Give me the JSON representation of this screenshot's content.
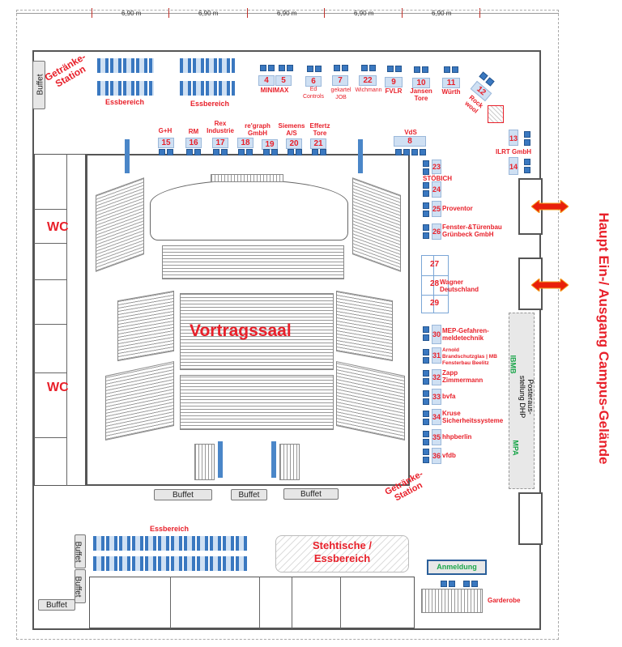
{
  "dimensions": [
    "6,90 m",
    "6,90 m",
    "6,90 m",
    "6,90 m",
    "6,90 m"
  ],
  "main_entrance": "Haupt Ein-/ Ausgang Campus-Gelände",
  "hall": "Vortragssaal",
  "areas": {
    "getraenke_top": "Getränke-\nStation",
    "getraenke_bottom": "Getränke-\nStation",
    "essbereich": "Essbereich",
    "stehtische": "Stehtische /\nEssbereich",
    "anmeldung": "Anmeldung",
    "garderobe": "Garderobe",
    "wc": "WC",
    "buffet": "Buffet",
    "poster": "Posteraus-\nstellung DHP",
    "ibmb": "IBMB",
    "mpa": "MPA"
  },
  "stands": {
    "s4": "4",
    "s5": "5",
    "minimax": "MINIMAX",
    "s6": "6",
    "ed": "Ed\nControls",
    "s7": "7",
    "gekartel": "gekartel\nJOB",
    "s22": "22",
    "wichmann": "Wichmann",
    "s9": "9",
    "fvlr": "FVLR",
    "s10": "10",
    "jansen": "Jansen\nTore",
    "s11": "11",
    "wuerth": "Würth",
    "s12": "12",
    "rockwool": "Rock\nwool",
    "s13": "13",
    "ilrt": "ILRT GmbH",
    "s14": "14",
    "s15": "15",
    "gh": "G+H",
    "s16": "16",
    "rm": "RM",
    "s17": "17",
    "rex": "Rex\nIndustrie",
    "s18": "18",
    "regraph": "re'graph\nGmbH",
    "s19": "19",
    "s20": "20",
    "siemens": "Siemens\nA/S",
    "s21": "21",
    "effertz": "Effertz\nTore",
    "s8": "8",
    "vds": "VdS",
    "s23": "23",
    "stoebich": "STÖBICH",
    "s24": "24",
    "s25": "25",
    "proventor": "Proventor",
    "s26": "26",
    "gruenbeck": "Fenster-&Türenbau\nGrünbeck GmbH",
    "s27": "27",
    "s28": "28",
    "wagner": "Wagner\nDeutschland",
    "s29": "29",
    "s30": "30",
    "mep": "MEP-Gefahren-\nmeldetechnik",
    "s31": "31",
    "arnold": "Arnold\nBrandschutzglas | MB\nFensterbau Beelitz",
    "s32": "32",
    "zapp": "Zapp\nZimmermann",
    "s33": "33",
    "bvfa": "bvfa",
    "s34": "34",
    "kruse": "Kruse\nSicherheitssysteme",
    "s35": "35",
    "hhp": "hhpberlin",
    "s36": "36",
    "vfdb": "vfdb"
  },
  "colors": {
    "label": "#e8202a",
    "booth": "#3a78c0",
    "green": "#1aa64a",
    "arrow": "#4a86c8"
  }
}
